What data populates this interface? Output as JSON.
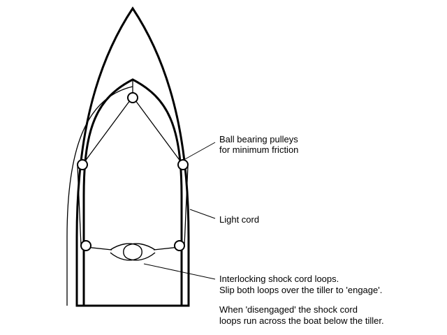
{
  "labels": {
    "pulleys": {
      "line1": "Ball bearing pulleys",
      "line2": "for minimum friction"
    },
    "light_cord": "Light cord",
    "shock_cord": {
      "line1": "Interlocking shock cord loops.",
      "line2": "Slip both loops over the tiller to 'engage'."
    },
    "disengaged": {
      "line1": "When 'disengaged' the shock cord",
      "line2": "loops run across the boat below the tiller."
    }
  }
}
